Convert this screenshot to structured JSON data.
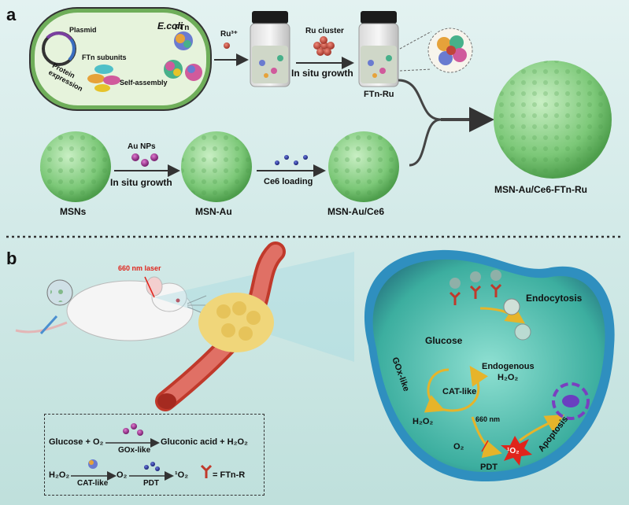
{
  "panels": {
    "a": "a",
    "b": "b"
  },
  "colors": {
    "background": "#d6ecea",
    "msn": "#8fd08a",
    "au": "#b03a9a",
    "ce6": "#2b3aa0",
    "ru": "#c0443a",
    "vessel": "#d9534f",
    "cell": "#2f8fbf",
    "arrow": "#444444",
    "laser": "#e0241b"
  },
  "panel_a": {
    "ecoli": "E.coli",
    "plasmid": "Plasmid",
    "protein_expression": "Protein\nexpression",
    "ftn_subunits": "FTn subunits",
    "self_assembly": "Self-assembly",
    "ftn": "FTn",
    "ru3": "Ru³⁺",
    "ru_cluster": "Ru cluster",
    "in_situ_growth_1": "In situ growth",
    "ftn_ru": "FTn-Ru",
    "au_nps": "Au NPs",
    "in_situ_growth_2": "In situ growth",
    "ce6_loading": "Ce6 loading",
    "msns": "MSNs",
    "msn_au": "MSN-Au",
    "msn_au_ce6": "MSN-Au/Ce6",
    "final": "MSN-Au/Ce6-FTn-Ru"
  },
  "panel_b": {
    "laser": "660 nm laser",
    "endocytosis": "Endocytosis",
    "glucose": "Glucose",
    "gox_like": "GOx-like",
    "cat_like": "CAT-like",
    "endogenous": "Endogenous",
    "endogenous_h2o2": "H₂O₂",
    "h2o2": "H₂O₂",
    "o2": "O₂",
    "nm660": "660 nm",
    "singlet": "¹O₂",
    "pdt": "PDT",
    "apoptosis": "Apoptosis"
  },
  "equations": {
    "eq1_left": "Glucose + O₂",
    "eq1_over": "GOx-like",
    "eq1_right": "Gluconic acid + H₂O₂",
    "eq2_left": "H₂O₂",
    "eq2_over1": "CAT-like",
    "eq2_mid": "O₂",
    "eq2_over2": "PDT",
    "eq2_right": "¹O₂",
    "legend_sym": "Y",
    "legend_text": "= FTn-R"
  }
}
